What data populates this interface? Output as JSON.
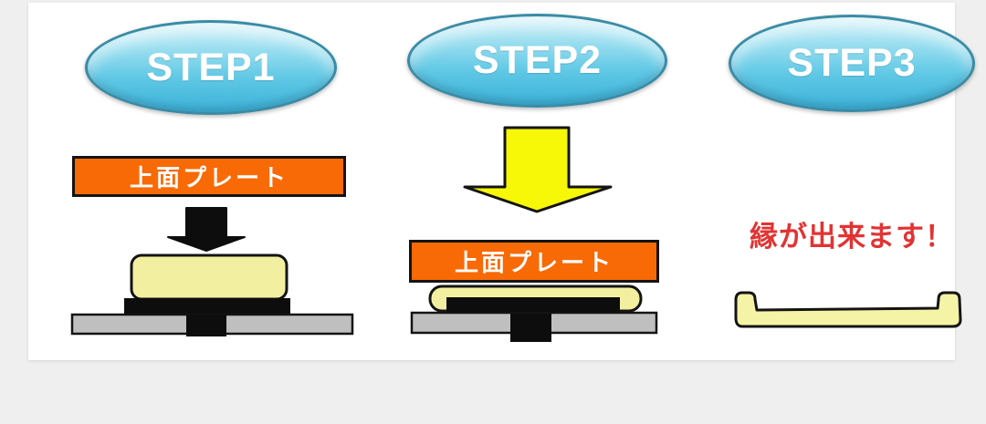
{
  "diagram": {
    "background_color": "#efefef",
    "panel_color": "#ffffff",
    "steps": [
      {
        "badge_label": "STEP1",
        "plate_label": "上面プレート"
      },
      {
        "badge_label": "STEP2",
        "plate_label": "上面プレート"
      },
      {
        "badge_label": "STEP3",
        "caption": "縁が出来ます！"
      }
    ],
    "colors": {
      "badge_fill_top": "#d9f3fa",
      "badge_fill_bottom": "#3cb2d8",
      "badge_border": "#3a8ca6",
      "badge_text": "#ffffff",
      "plate_orange": "#f86a06",
      "plate_text": "#ffffff",
      "dough_cream": "#f2f0a0",
      "tray_cream": "#f5f3a5",
      "base_gray": "#bfbfbf",
      "press_black": "#0d0d0d",
      "arrow_yellow": "#f7f708",
      "caption_red": "#e23333",
      "outline_black": "#141414"
    },
    "icons": [
      "black-down-arrow-icon",
      "yellow-down-arrow-icon"
    ]
  }
}
